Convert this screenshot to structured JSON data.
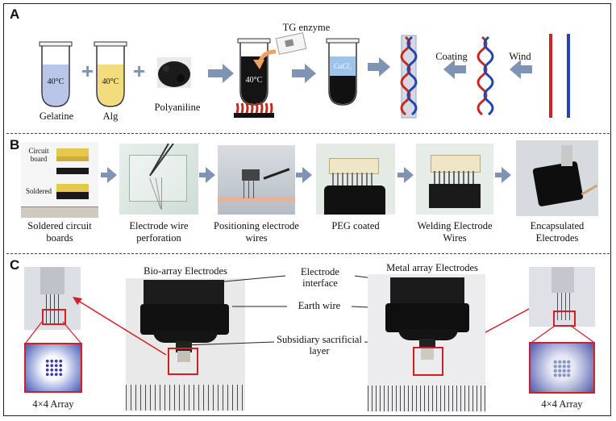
{
  "panels": {
    "a": "A",
    "b": "B",
    "c": "C"
  },
  "panel_a": {
    "tube1_label": "Gelatine",
    "tube1_temp": "40°C",
    "tube2_label": "Alg",
    "tube2_temp": "40°C",
    "powder_label": "Polyaniline",
    "mix_temp": "40°C",
    "enzyme_label": "TG enzyme",
    "cacl_label": "CaCl₂",
    "coating_label": "Coating",
    "wind_label": "Wind",
    "plus": "+"
  },
  "panel_b": {
    "step1_label": "Soldered circuit boards",
    "step1_tag_board": "Circuit board",
    "step1_tag_soldered": "Soldered",
    "step2_label": "Electrode wire perforation",
    "step3_label": "Positioning electrode wires",
    "step4_label": "PEG coated",
    "step5_label": "Welding Electrode Wires",
    "step6_label": "Encapsulated Electrodes"
  },
  "panel_c": {
    "left_array_label": "4×4 Array",
    "right_array_label": "4×4 Array",
    "bio_title": "Bio-array Electrodes",
    "metal_title": "Metal array Electrodes",
    "ann_interface": "Electrode interface",
    "ann_earth": "Earth wire",
    "ann_sacrificial": "Subsidiary sacrificial layer"
  },
  "colors": {
    "arrow": "#7f93b4",
    "red_box": "#d21f26",
    "wire_red": "#c62a1f",
    "wire_blue": "#2246a8",
    "gelatine_fill": "#b9c6ea",
    "alg_fill": "#f3dc7d"
  }
}
